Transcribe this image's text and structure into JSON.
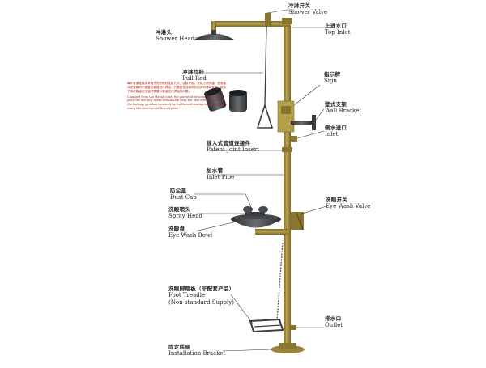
{
  "colors": {
    "pipe": "#a08a3c",
    "pipe_dark": "#7a6a2a",
    "fixture": "#3b3d40",
    "fixture_light": "#6a6d70",
    "note_text": "#b02a1a",
    "line": "#333333"
  },
  "labels": {
    "shower_valve": {
      "zh": "冲淋开关",
      "en": "Shower Valve"
    },
    "top_inlet": {
      "zh": "上进水口",
      "en": "Top Inlet"
    },
    "shower_head": {
      "zh": "冲淋头",
      "en": "Shower Head"
    },
    "pull_rod": {
      "zh": "冲淋拉杆",
      "en": "Pull Rod"
    },
    "sign": {
      "zh": "指示牌",
      "en": "Sign"
    },
    "wall_bracket": {
      "zh": "壁式支架",
      "en": "Wall Bracket"
    },
    "inlet": {
      "zh": "侧水进口",
      "en": "Inlet"
    },
    "patent_joint": {
      "zh": "插入式管道连接件",
      "en": "Patent Joint Insert"
    },
    "inlet_pipe": {
      "zh": "加水管",
      "en": "Inlet Pipe"
    },
    "dust_cap": {
      "zh": "防尘盖",
      "en": "Dust Cap"
    },
    "eye_wash_valve": {
      "zh": "洗眼开关",
      "en": "Eye Wash Valve"
    },
    "spray_head": {
      "zh": "洗眼喷头",
      "en": "Spray Head"
    },
    "eye_wash_bowl": {
      "zh": "洗眼盘",
      "en": "Eye Wash Bowl"
    },
    "foot_treadle": {
      "zh": "洗眼脚踏板（非配套产品）",
      "en": "Foot Treadle",
      "en2": "(Non-standard Supply)"
    },
    "outlet": {
      "zh": "排水口",
      "en": "Outlet"
    },
    "installation_bracket": {
      "zh": "固定底座",
      "en": "Installation Bracket"
    }
  },
  "note": {
    "zh": "每件管道连接件采用先进的螺纹连接方式，连接牢固，安装方便快捷。在需要改变管路时不需要对管路进行焊接，只需要将连接件拆卸即可重新安装，解决了传统管道在安装时需要对管道进行焊接的问题。",
    "en": "Changed from the thread joint, the patented structure of inserted joint can not only make installation easy but also effectively avoid the leakage problem incurred by traditional sealing materials when using the structure of thread joint."
  }
}
